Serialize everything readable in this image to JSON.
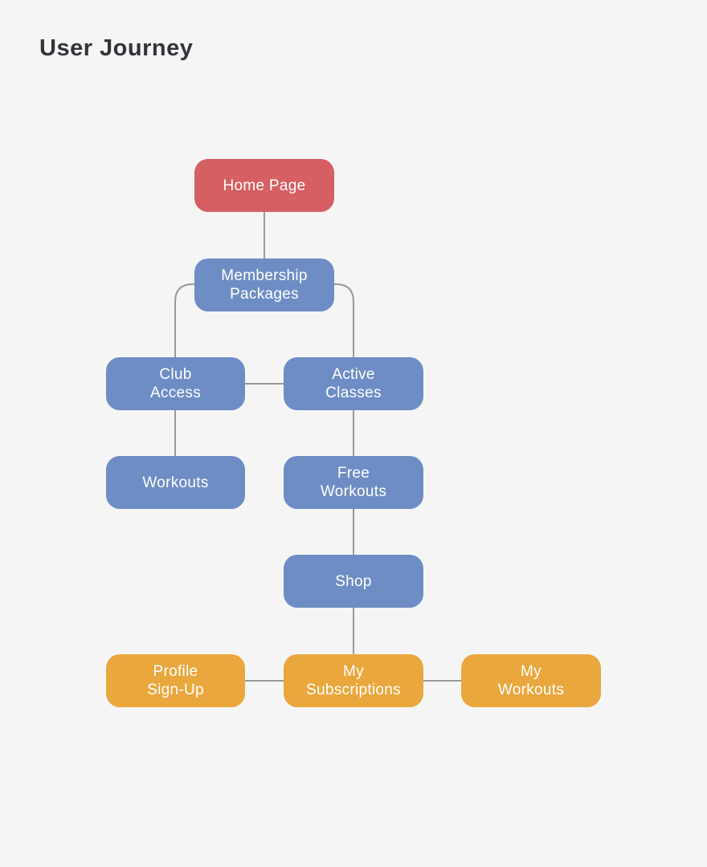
{
  "title": "User Journey",
  "palette": {
    "red": "#d65f64",
    "blue": "#6e8dc4",
    "orange": "#e9a73e",
    "edge": "#999999",
    "background": "#f5f5f5",
    "title_color": "#33333a",
    "node_text": "#ffffff"
  },
  "nodes": [
    {
      "id": "home-page",
      "label": "Home Page",
      "color": "red"
    },
    {
      "id": "membership-packages",
      "label": "Membership\nPackages",
      "color": "blue"
    },
    {
      "id": "club-access",
      "label": "Club\nAccess",
      "color": "blue"
    },
    {
      "id": "active-classes",
      "label": "Active\nClasses",
      "color": "blue"
    },
    {
      "id": "workouts",
      "label": "Workouts",
      "color": "blue"
    },
    {
      "id": "free-workouts",
      "label": "Free\nWorkouts",
      "color": "blue"
    },
    {
      "id": "shop",
      "label": "Shop",
      "color": "blue"
    },
    {
      "id": "profile-sign-up",
      "label": "Profile\nSign-Up",
      "color": "orange"
    },
    {
      "id": "my-subscriptions",
      "label": "My\nSubscriptions",
      "color": "orange"
    },
    {
      "id": "my-workouts",
      "label": "My\nWorkouts",
      "color": "orange"
    }
  ],
  "edges": [
    {
      "from": "home-page",
      "to": "membership-packages"
    },
    {
      "from": "membership-packages",
      "to": "club-access"
    },
    {
      "from": "membership-packages",
      "to": "active-classes"
    },
    {
      "from": "club-access",
      "to": "active-classes"
    },
    {
      "from": "club-access",
      "to": "workouts"
    },
    {
      "from": "active-classes",
      "to": "free-workouts"
    },
    {
      "from": "free-workouts",
      "to": "shop"
    },
    {
      "from": "shop",
      "to": "my-subscriptions"
    },
    {
      "from": "profile-sign-up",
      "to": "my-subscriptions"
    },
    {
      "from": "my-subscriptions",
      "to": "my-workouts"
    }
  ]
}
